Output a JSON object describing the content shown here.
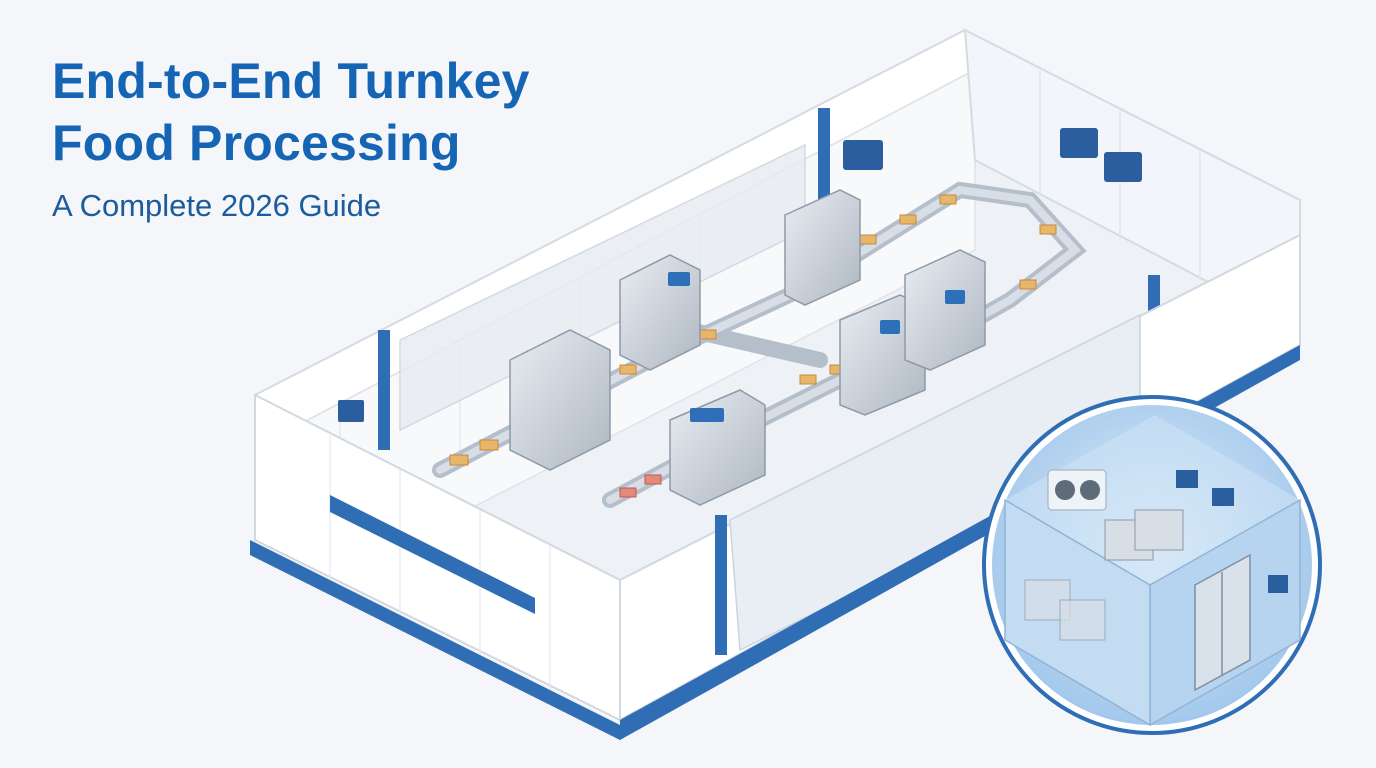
{
  "headline": {
    "title_line_1": "End-to-End Turnkey",
    "title_line_2": "Food Processing",
    "subtitle": "A Complete 2026 Guide"
  },
  "colors": {
    "title": "#1565b4",
    "subtitle": "#1c5c9c",
    "accent": "#2f6db5",
    "wall": "#ffffff",
    "floor": "#eef1f5",
    "cold_room": "#bcd8f2"
  },
  "illustration": {
    "subject": "isometric food processing plant with conveyor lines",
    "inset": "cold storage room with pallets"
  }
}
